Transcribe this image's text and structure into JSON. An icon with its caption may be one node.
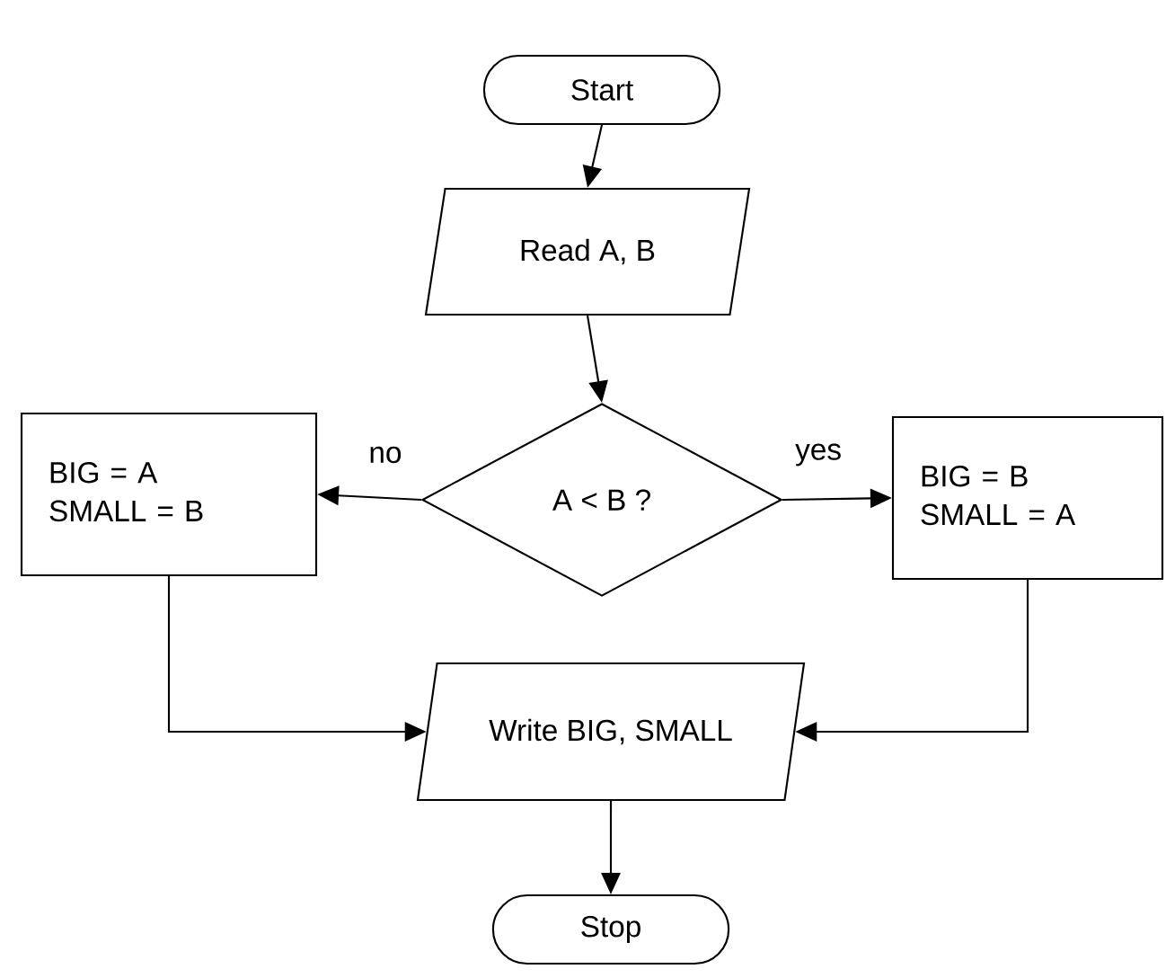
{
  "diagram": {
    "nodes": [
      {
        "text": [
          "Start"
        ]
      },
      {
        "text": [
          "Read A, B"
        ]
      },
      {
        "text": [
          "A < B ?"
        ]
      },
      {
        "text": [
          "BIG = A",
          "SMALL = B"
        ]
      },
      {
        "text": [
          "BIG = B",
          "SMALL = A"
        ]
      },
      {
        "text": [
          "Write BIG, SMALL"
        ]
      },
      {
        "text": [
          "Stop"
        ]
      }
    ],
    "edges": [
      {
        "from": 0,
        "to": 1,
        "arrow": "to"
      },
      {
        "from": 1,
        "to": 2,
        "arrow": "to"
      },
      {
        "from": 2,
        "to": 3,
        "arrow": "to",
        "label": "no"
      },
      {
        "from": 2,
        "to": 4,
        "arrow": "to",
        "label": "yes"
      },
      {
        "from": 3,
        "to": 5,
        "arrow": "to"
      },
      {
        "from": 4,
        "to": 5,
        "arrow": "to"
      },
      {
        "from": 5,
        "to": 6,
        "arrow": "to"
      }
    ]
  }
}
